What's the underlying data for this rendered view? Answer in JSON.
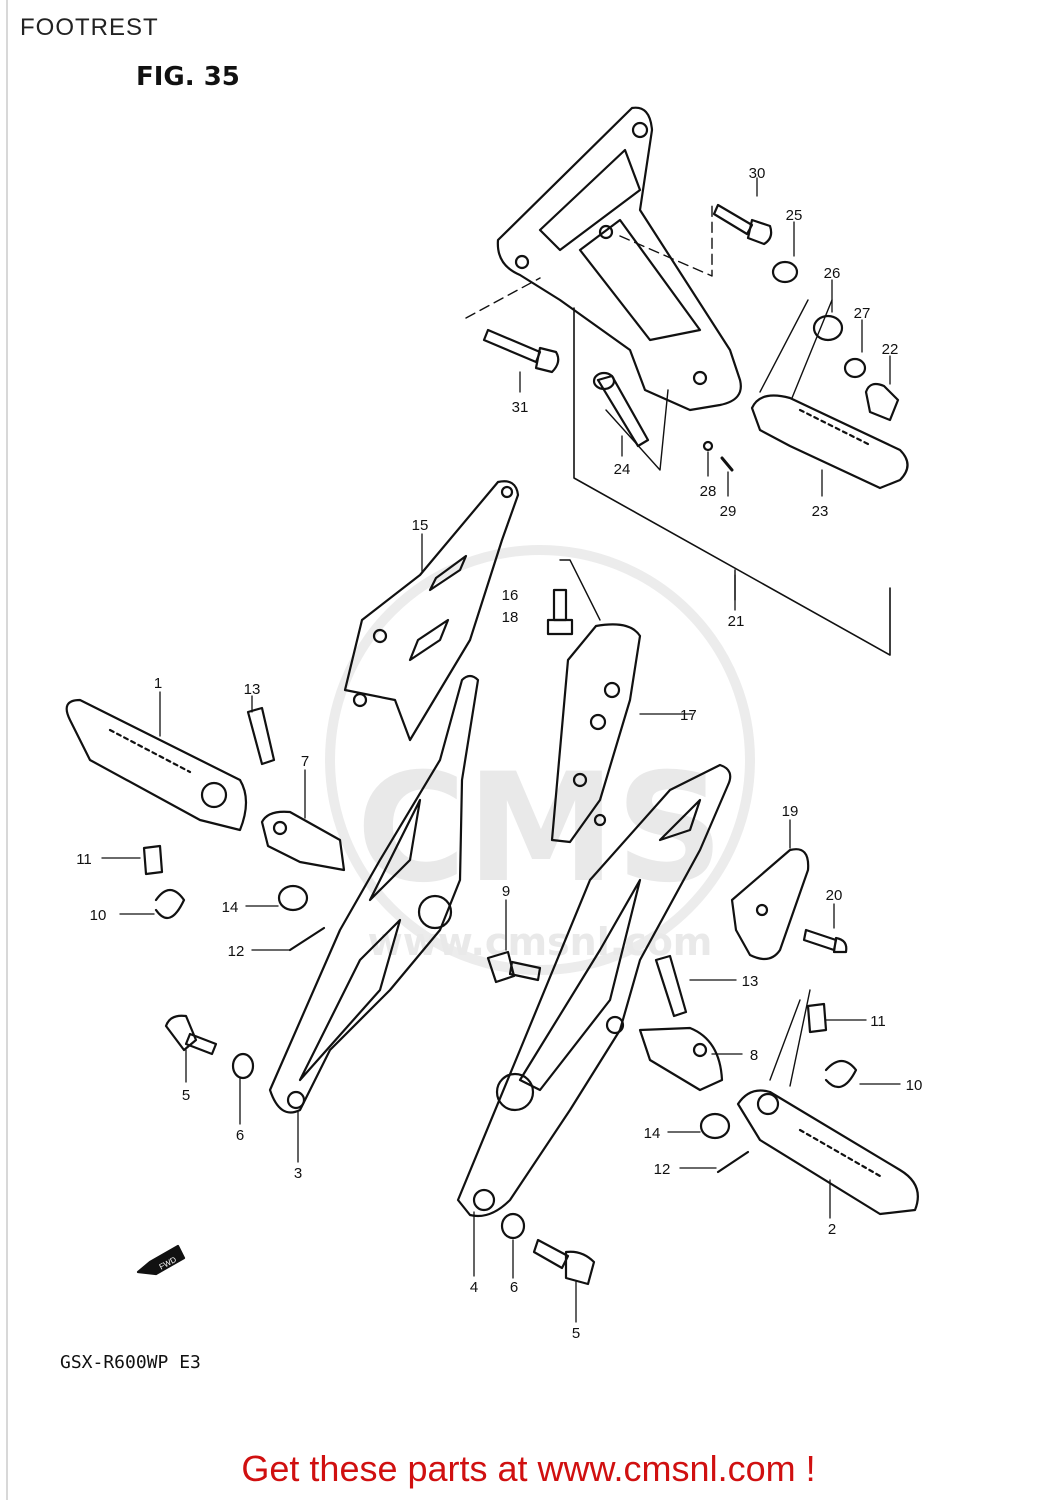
{
  "header": {
    "title": "FOOTREST"
  },
  "figure": {
    "label": "FIG. 35",
    "model": "GSX-R600WP  E3",
    "fwd_marker": "FWD"
  },
  "watermark": {
    "text": "CMS",
    "url": "www.cmsnl.com"
  },
  "footer": {
    "link_text": "Get these parts at www.cmsnl.com !"
  },
  "callouts": {
    "c1": "1",
    "c2": "2",
    "c3": "3",
    "c4": "4",
    "c5a": "5",
    "c5b": "5",
    "c6a": "6",
    "c6b": "6",
    "c7": "7",
    "c8": "8",
    "c9": "9",
    "c10a": "10",
    "c10b": "10",
    "c11a": "11",
    "c11b": "11",
    "c12a": "12",
    "c12b": "12",
    "c13a": "13",
    "c13b": "13",
    "c14a": "14",
    "c14b": "14",
    "c15": "15",
    "c16": "16",
    "c17": "17",
    "c18": "18",
    "c19": "19",
    "c20": "20",
    "c21": "21",
    "c22": "22",
    "c23": "23",
    "c24": "24",
    "c25": "25",
    "c26": "26",
    "c27": "27",
    "c28": "28",
    "c29": "29",
    "c30": "30",
    "c31": "31"
  }
}
